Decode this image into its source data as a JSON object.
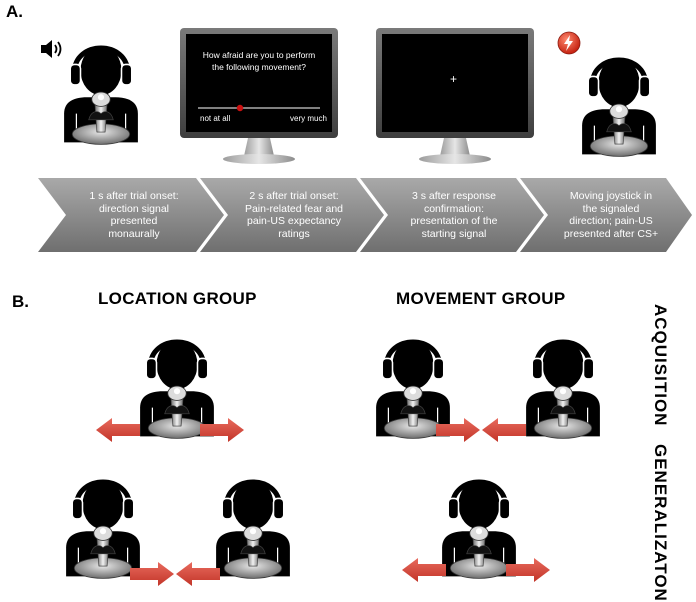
{
  "panel_a": {
    "label": "A.",
    "screen1": {
      "question_line1": "How afraid are you to perform",
      "question_line2": "the following movement?",
      "scale_left": "not at all",
      "scale_right": "very much"
    },
    "screen2": {
      "fixation": "+"
    },
    "steps": [
      {
        "lines": [
          "1 s after trial onset:",
          "direction signal",
          "presented",
          "monaurally"
        ]
      },
      {
        "lines": [
          "2 s after trial onset:",
          "Pain-related fear and",
          "pain-US expectancy",
          "ratings"
        ]
      },
      {
        "lines": [
          "3 s after response",
          "confirmation:",
          "presentation of the",
          "starting signal"
        ]
      },
      {
        "lines": [
          "Moving joystick in",
          "the signaled",
          "direction; pain-US",
          "presented after CS+"
        ]
      }
    ]
  },
  "panel_b": {
    "label": "B.",
    "location_title": "LOCATION GROUP",
    "movement_title": "MOVEMENT GROUP",
    "acquisition_label": "ACQUISITION",
    "generalization_label": "GENERALIZATON"
  },
  "colors": {
    "arrow_red": "#d9463a",
    "chevron_gray": "#8a8a8a",
    "figure_black": "#000000",
    "shock_red": "#e0301e"
  }
}
